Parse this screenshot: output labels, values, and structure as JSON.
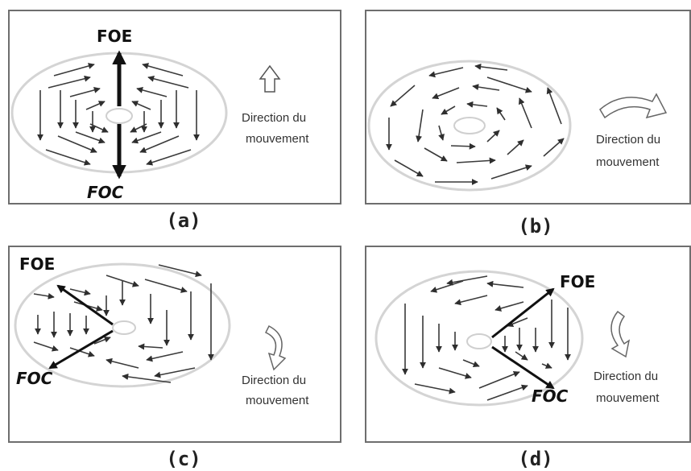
{
  "panels": [
    {
      "id": "a",
      "caption": "(a)",
      "foe": "FOE",
      "foc": "FOC",
      "direction_label": [
        "Direction du",
        "mouvement"
      ],
      "motion_icon": "arrow-up-icon"
    },
    {
      "id": "b",
      "caption": "(b)",
      "direction_label": [
        "Direction du",
        "mouvement"
      ],
      "motion_icon": "curved-arrow-right-icon"
    },
    {
      "id": "c",
      "caption": "(c)",
      "foe": "FOE",
      "foc": "FOC",
      "direction_label": [
        "Direction du",
        "mouvement"
      ],
      "motion_icon": "curved-arrow-down-icon"
    },
    {
      "id": "d",
      "caption": "(d)",
      "foe": "FOE",
      "foc": "FOC",
      "direction_label": [
        "Direction du",
        "mouvement"
      ],
      "motion_icon": "curved-arrow-down-icon"
    }
  ],
  "colors": {
    "arrow": "#3a3a3a",
    "bold_arrow": "#111111",
    "ellipse_stroke": "#d0d0d0",
    "border": "#6e6e6e"
  }
}
